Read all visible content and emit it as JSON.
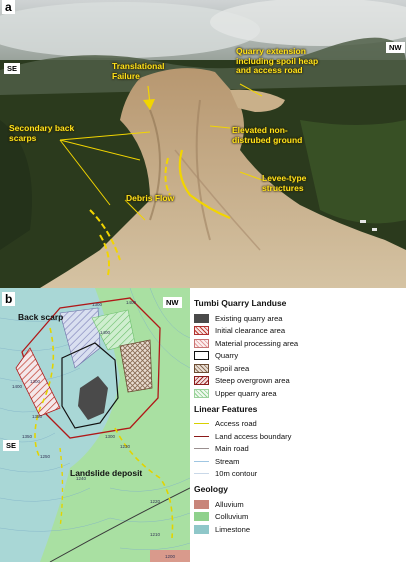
{
  "panel_a": {
    "label": "a",
    "directions": {
      "left": "SE",
      "right": "NW"
    },
    "annotations": [
      "Translational\nFailure",
      "Quarry extension\nincluding spoil heap\nand access road",
      "Secondary back\nscarps",
      "Elevated non-\ndistrubed ground",
      "Levee-type\nstructures",
      "Debris Flow"
    ]
  },
  "panel_b": {
    "label": "b",
    "directions": {
      "right": "NW",
      "left": "SE"
    },
    "map_labels": {
      "back_scarp": "Back scarp",
      "landslide_deposit": "Landslide deposit"
    },
    "contour_labels": [
      "1300",
      "1400",
      "1400",
      "1300",
      "1400",
      "1350",
      "1350",
      "1250",
      "1240",
      "1300",
      "1230",
      "1220",
      "1210",
      "1200"
    ],
    "legend": {
      "title": "Tumbi Quarry Landuse",
      "landuse": [
        {
          "label": "Existing quarry area",
          "icon": "solid-dark"
        },
        {
          "label": "Initial clearance area",
          "icon": "hatch-red"
        },
        {
          "label": "Material processing area",
          "icon": "hatch-red-light"
        },
        {
          "label": "Quarry",
          "icon": "outline-black"
        },
        {
          "label": "Spoil area",
          "icon": "crosshatch-brown"
        },
        {
          "label": "Steep overgrown area",
          "icon": "hatch-darkred"
        },
        {
          "label": "Upper quarry area",
          "icon": "hatch-green"
        }
      ],
      "linear_title": "Linear Features",
      "linear": [
        {
          "label": "Access road",
          "color": "#d8d000"
        },
        {
          "label": "Land access boundary",
          "color": "#8b1a1a"
        },
        {
          "label": "Main road",
          "color": "#9a8f8f"
        },
        {
          "label": "Stream",
          "color": "#9fc6e2"
        },
        {
          "label": "10m contour",
          "color": "#c9d8e8"
        }
      ],
      "geology_title": "Geology",
      "geology": [
        {
          "label": "Alluvium",
          "color": "#c8857a"
        },
        {
          "label": "Colluvium",
          "color": "#8fd18c"
        },
        {
          "label": "Limestone",
          "color": "#8fc7c9"
        }
      ]
    }
  }
}
